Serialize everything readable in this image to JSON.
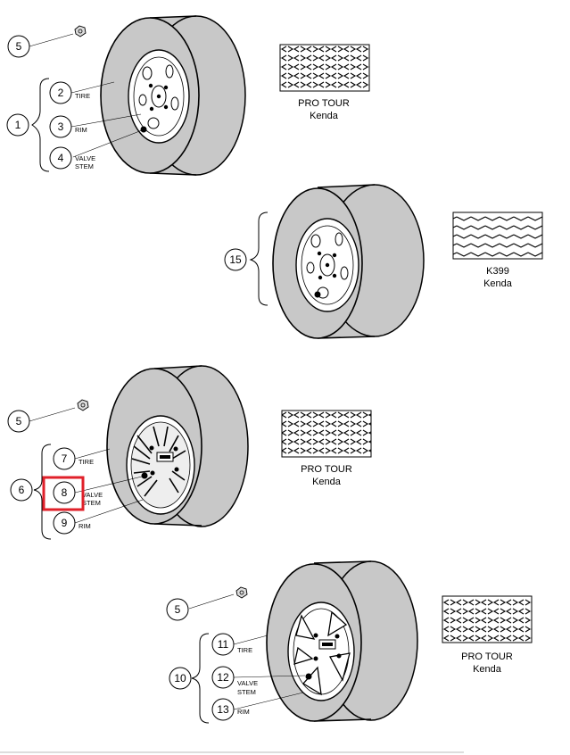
{
  "callouts": {
    "a_hw": "5",
    "a_assy": "1",
    "a_tire": "2",
    "a_rim": "3",
    "a_valve": "4",
    "b_assy": "15",
    "c_hw": "5",
    "c_assy": "6",
    "c_tire": "7",
    "c_valve": "8",
    "c_rim": "9",
    "d_hw": "5",
    "d_assy": "10",
    "d_tire": "11",
    "d_valve": "12",
    "d_rim": "13"
  },
  "labels": {
    "tire": "TIRE",
    "rim": "RIM",
    "valve_line1": "VALVE",
    "valve_line2": "STEM"
  },
  "treads": {
    "a_model": "PRO TOUR",
    "a_brand": "Kenda",
    "b_model": "K399",
    "b_brand": "Kenda",
    "c_model": "PRO TOUR",
    "c_brand": "Kenda",
    "d_model": "PRO TOUR",
    "d_brand": "Kenda"
  },
  "highlight": {
    "target": "8",
    "color": "#e0202a"
  },
  "colors": {
    "tire": "#c8c8c8",
    "rim": "#ffffff",
    "line": "#000000"
  }
}
